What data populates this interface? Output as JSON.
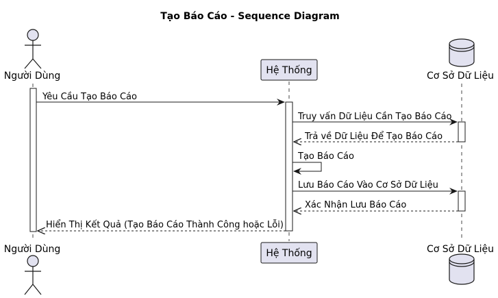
{
  "diagram": {
    "title": "Tạo Báo Cáo - Sequence Diagram",
    "participants": {
      "user": "Người Dùng",
      "system": "Hệ Thống",
      "database": "Cơ Sở Dữ Liệu"
    },
    "messages": [
      "Yêu Cầu Tạo Báo Cáo",
      "Truy vấn Dữ Liệu Cần Tạo Báo Cáo",
      "Trả về Dữ Liệu Để Tạo Báo Cáo",
      "Tạo Báo Cáo",
      "Lưu Báo Cáo Vào Cơ Sở Dữ Liệu",
      "Xác Nhận Lưu Báo Cáo",
      "Hiển Thị Kết Quả (Tạo Báo Cáo Thành Công hoặc Lỗi)"
    ]
  },
  "colors": {
    "participant_fill": "#e2e2f0",
    "participant_stroke": "#181818",
    "lifeline": "#181818",
    "activation_fill": "#ffffff"
  }
}
